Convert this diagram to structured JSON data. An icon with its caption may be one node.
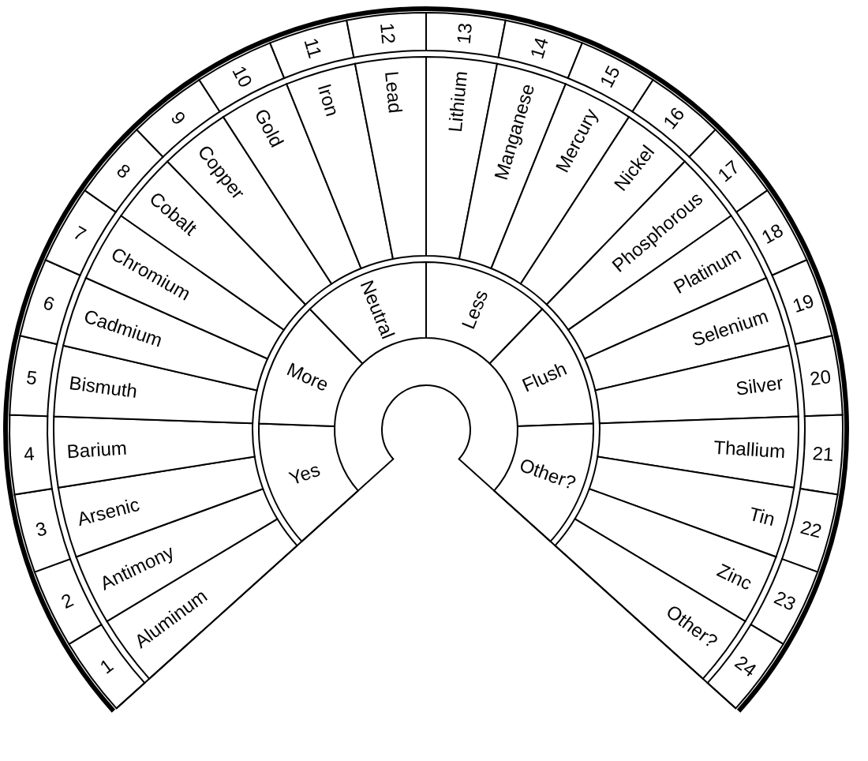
{
  "diagram": {
    "nodes": [
      {
        "text": [
          "1"
        ]
      },
      {
        "text": [
          "2"
        ]
      },
      {
        "text": [
          "3"
        ]
      },
      {
        "text": [
          "4"
        ]
      },
      {
        "text": [
          "5"
        ]
      },
      {
        "text": [
          "6"
        ]
      },
      {
        "text": [
          "7"
        ]
      },
      {
        "text": [
          "8"
        ]
      },
      {
        "text": [
          "9"
        ]
      },
      {
        "text": [
          "10"
        ]
      },
      {
        "text": [
          "11"
        ]
      },
      {
        "text": [
          "12"
        ]
      },
      {
        "text": [
          "13"
        ]
      },
      {
        "text": [
          "14"
        ]
      },
      {
        "text": [
          "15"
        ]
      },
      {
        "text": [
          "16"
        ]
      },
      {
        "text": [
          "17"
        ]
      },
      {
        "text": [
          "18"
        ]
      },
      {
        "text": [
          "19"
        ]
      },
      {
        "text": [
          "20"
        ]
      },
      {
        "text": [
          "21"
        ]
      },
      {
        "text": [
          "22"
        ]
      },
      {
        "text": [
          "23"
        ]
      },
      {
        "text": [
          "24"
        ]
      },
      {
        "text": [
          "Aluminum"
        ]
      },
      {
        "text": [
          "Antimony"
        ]
      },
      {
        "text": [
          "Arsenic"
        ]
      },
      {
        "text": [
          "Barium"
        ]
      },
      {
        "text": [
          "Bismuth"
        ]
      },
      {
        "text": [
          "Cadmium"
        ]
      },
      {
        "text": [
          "Chromium"
        ]
      },
      {
        "text": [
          "Cobalt"
        ]
      },
      {
        "text": [
          "Copper"
        ]
      },
      {
        "text": [
          "Gold"
        ]
      },
      {
        "text": [
          "Iron"
        ]
      },
      {
        "text": [
          "Lead"
        ]
      },
      {
        "text": [
          "Lithium"
        ]
      },
      {
        "text": [
          "Manganese"
        ]
      },
      {
        "text": [
          "Mercury"
        ]
      },
      {
        "text": [
          "Nickel"
        ]
      },
      {
        "text": [
          "Phosphorous"
        ]
      },
      {
        "text": [
          "Platinum"
        ]
      },
      {
        "text": [
          "Selenium"
        ]
      },
      {
        "text": [
          "Silver"
        ]
      },
      {
        "text": [
          "Thallium"
        ]
      },
      {
        "text": [
          "Tin"
        ]
      },
      {
        "text": [
          "Zinc"
        ]
      },
      {
        "text": [
          "Other?"
        ]
      },
      {
        "text": [
          "Yes"
        ]
      },
      {
        "text": [
          "More"
        ]
      },
      {
        "text": [
          "Neutral"
        ]
      },
      {
        "text": [
          "Less"
        ]
      },
      {
        "text": [
          "Flush"
        ]
      },
      {
        "text": [
          "Other?"
        ]
      }
    ]
  }
}
